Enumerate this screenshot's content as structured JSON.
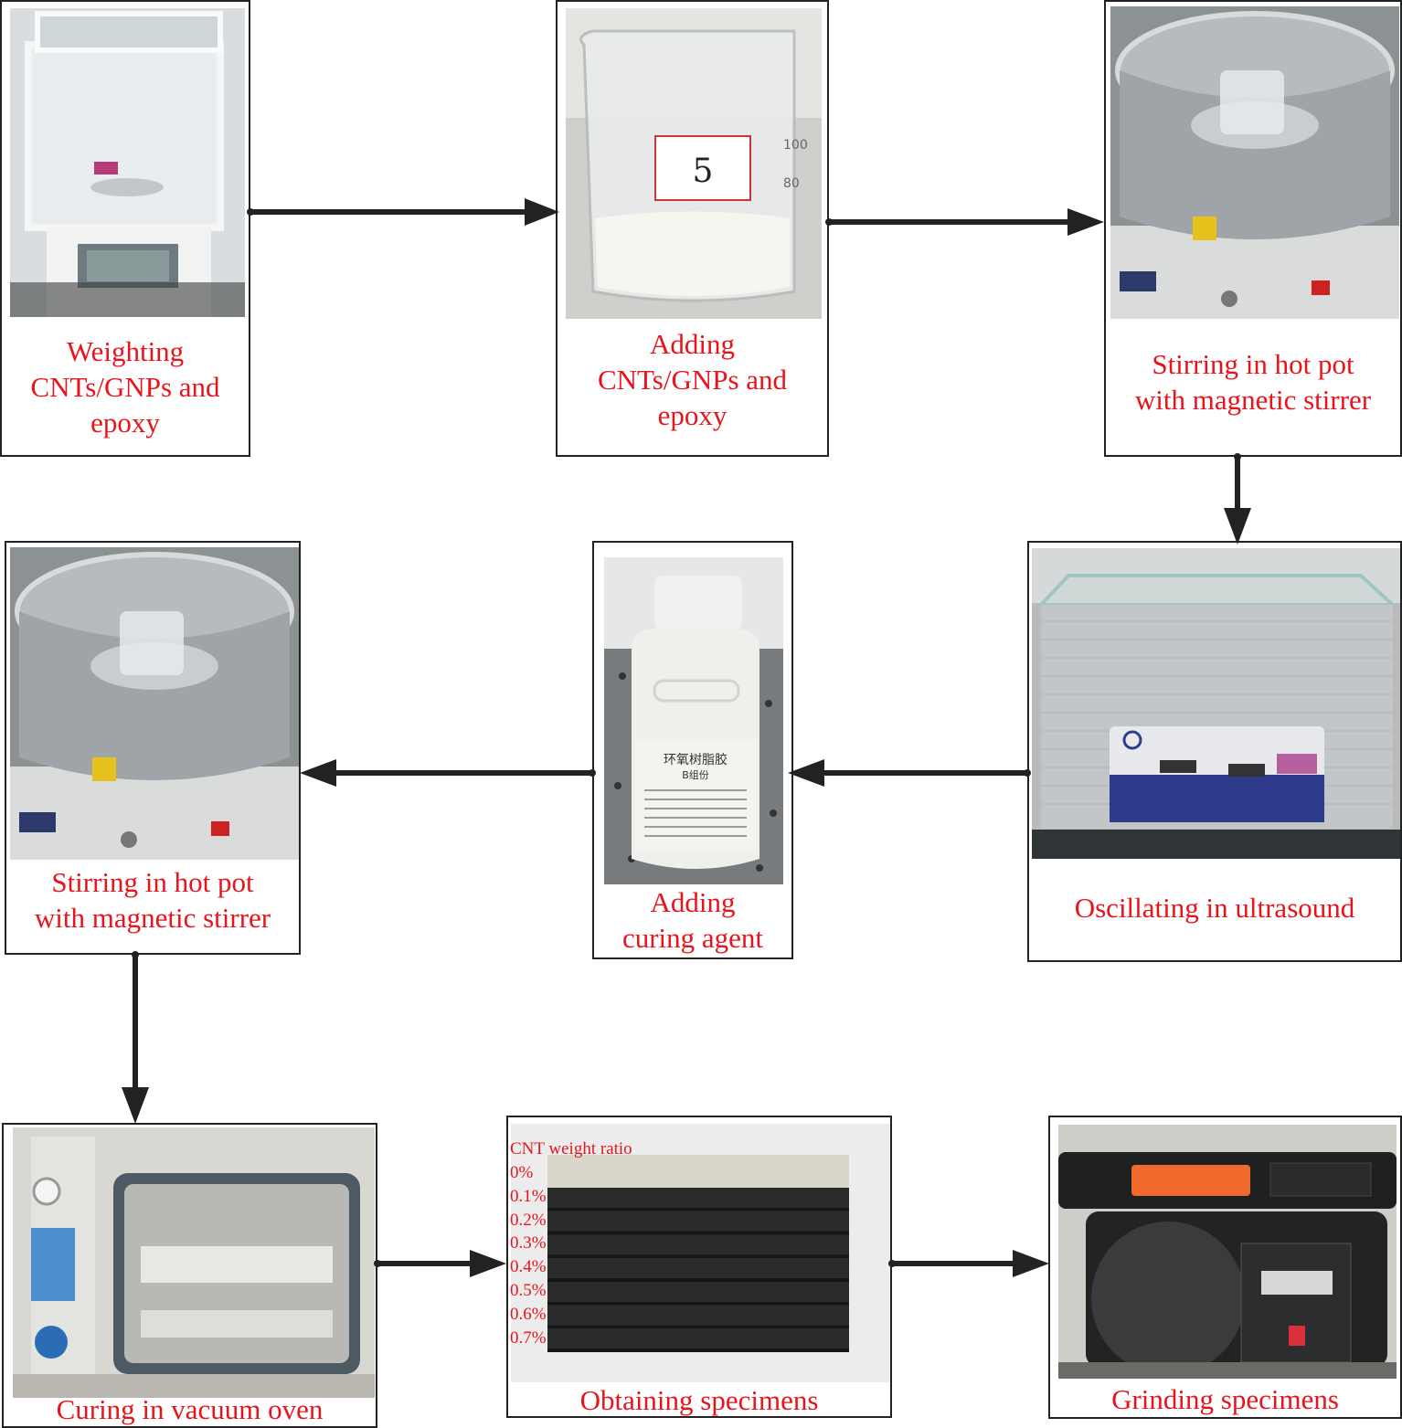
{
  "diagram_title": "Specimen preparation process flow",
  "steps": [
    {
      "id": 1,
      "caption": [
        "Weighting",
        "CNTs/GNPs and",
        "epoxy"
      ],
      "photo": "analytical-balance"
    },
    {
      "id": 2,
      "caption": [
        "Adding",
        "CNTs/GNPs and",
        "epoxy"
      ],
      "photo": "beaker-with-mixture",
      "beaker_label": "5",
      "beaker_scale": [
        "100",
        "80"
      ]
    },
    {
      "id": 3,
      "caption": [
        "Stirring in hot pot",
        "with magnetic stirrer"
      ],
      "photo": "hot-pot-magnetic-stirrer"
    },
    {
      "id": 4,
      "caption": [
        "Oscillating in ultrasound"
      ],
      "photo": "ultrasonic-cleaner"
    },
    {
      "id": 5,
      "caption": [
        "Adding",
        "curing agent"
      ],
      "photo": "curing-agent-bottle",
      "bottle_label": [
        "环氧树脂胶",
        "B组份"
      ]
    },
    {
      "id": 6,
      "caption": [
        "Stirring in hot pot",
        "with magnetic stirrer"
      ],
      "photo": "hot-pot-magnetic-stirrer"
    },
    {
      "id": 7,
      "caption": [
        "Curing in vacuum oven"
      ],
      "photo": "vacuum-oven"
    },
    {
      "id": 8,
      "caption": [
        "Obtaining specimens"
      ],
      "photo": "specimen-bars",
      "specimen_title": "CNT weight ratio",
      "specimen_ratios": [
        "0%",
        "0.1%",
        "0.2%",
        "0.3%",
        "0.4%",
        "0.5%",
        "0.6%",
        "0.7%"
      ]
    },
    {
      "id": 9,
      "caption": [
        "Grinding specimens"
      ],
      "photo": "belt-disc-grinder"
    }
  ],
  "flow": [
    {
      "from": 1,
      "to": 2,
      "direction": "right"
    },
    {
      "from": 2,
      "to": 3,
      "direction": "right"
    },
    {
      "from": 3,
      "to": 4,
      "direction": "down"
    },
    {
      "from": 4,
      "to": 5,
      "direction": "left"
    },
    {
      "from": 5,
      "to": 6,
      "direction": "left"
    },
    {
      "from": 6,
      "to": 7,
      "direction": "down"
    },
    {
      "from": 7,
      "to": 8,
      "direction": "right"
    },
    {
      "from": 8,
      "to": 9,
      "direction": "right"
    }
  ],
  "colors": {
    "caption": "#e8141c",
    "arrow": "#222222",
    "border": "#222222"
  }
}
